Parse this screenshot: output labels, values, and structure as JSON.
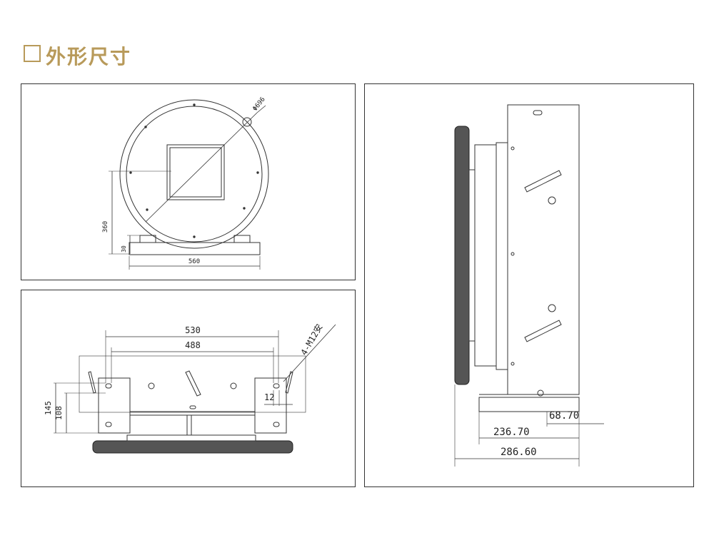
{
  "header": {
    "title": "外形尺寸"
  },
  "front_view": {
    "diameter_label": "Φ696",
    "height_label": "360",
    "base_label": "30",
    "width_label": "560"
  },
  "bottom_view": {
    "outer_width_label": "530",
    "inner_width_label": "488",
    "hole_label": "4-M12安",
    "slot_label": "12",
    "outer_height_label": "145",
    "inner_height_label": "108"
  },
  "side_view": {
    "dim_small": "68.70",
    "dim_mid": "236.70",
    "dim_total": "286.60"
  },
  "colors": {
    "accent": "#b89a5a",
    "line": "#333333"
  }
}
